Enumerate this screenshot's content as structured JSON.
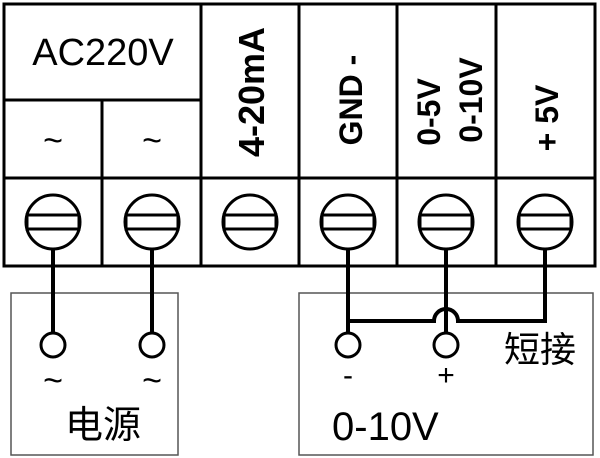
{
  "diagram": {
    "title": "Terminal wiring diagram",
    "header": {
      "ac_label": "AC220V",
      "terminals": [
        {
          "id": "ac1",
          "label": "~"
        },
        {
          "id": "ac2",
          "label": "~"
        },
        {
          "id": "current",
          "label": "4-20mA"
        },
        {
          "id": "gnd",
          "label": "GND  -"
        },
        {
          "id": "voltage",
          "label_line1": "0-5V",
          "label_line2": "0-10V"
        },
        {
          "id": "supply",
          "label": "+ 5V"
        }
      ]
    },
    "power_box": {
      "label": "电源",
      "terminal_labels": [
        "~",
        "~"
      ]
    },
    "signal_box": {
      "label": "0-10V",
      "terminal_labels": [
        "-",
        "+"
      ],
      "jumper_label": "短接"
    },
    "colors": {
      "line": "#000000",
      "box_border": "#555555",
      "background": "#ffffff"
    }
  }
}
